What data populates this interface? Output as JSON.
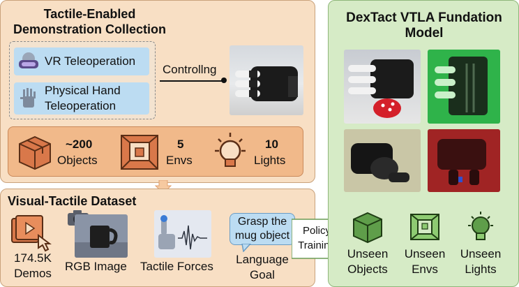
{
  "top_panel": {
    "title_line1": "Tactile-Enabled",
    "title_line2": "Demonstration Collection",
    "teleop": {
      "vr_label": "VR Teleoperation",
      "hand_label_line1": "Physical Hand",
      "hand_label_line2": "Teleoperation"
    },
    "control_label": "Controllng",
    "stats": {
      "objects_value": "~200",
      "objects_label": "Objects",
      "envs_value": "5",
      "envs_label": "Envs",
      "lights_value": "10",
      "lights_label": "Lights"
    }
  },
  "bottom_panel": {
    "title": "Visual-Tactile Dataset",
    "demos_line1": "174.5K",
    "demos_line2": "Demos",
    "rgb_label": "RGB Image",
    "tactile_label": "Tactile Forces",
    "goal_bubble_line1": "Grasp the",
    "goal_bubble_line2": "mug object",
    "goal_label_line1": "Language",
    "goal_label_line2": "Goal"
  },
  "arrow": {
    "line1": "Policy",
    "line2": "Training"
  },
  "right_panel": {
    "title_line1": "DexTact VTLA Fundation",
    "title_line2": "Model",
    "unseen_objects_line1": "Unseen",
    "unseen_objects_line2": "Objects",
    "unseen_envs_line1": "Unseen",
    "unseen_envs_line2": "Envs",
    "unseen_lights_line1": "Unseen",
    "unseen_lights_line2": "Lights"
  },
  "colors": {
    "peach_panel": "#f8dfc4",
    "orange_box": "#f1b98a",
    "green_panel": "#d6ebc6",
    "blue_card": "#bcdcf2",
    "icon_orange": "#d9784a",
    "icon_green": "#5f9e4a"
  }
}
